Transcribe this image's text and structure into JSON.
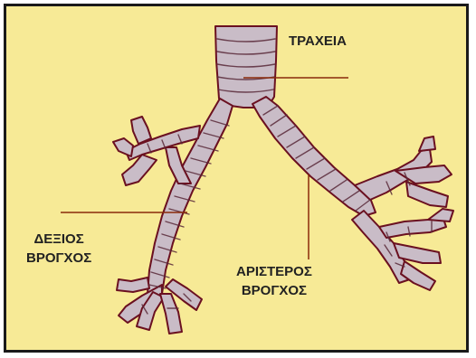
{
  "labels": {
    "trachea": "ΤΡΑΧΕΙΑ",
    "right_bronchus_line1": "ΔΕΞΙΟΣ",
    "right_bronchus_line2": "ΒΡΟΓΧΟΣ",
    "left_bronchus_line1": "ΑΡΙΣΤΕΡΟΣ",
    "left_bronchus_line2": "ΒΡΟΓΧΟΣ"
  },
  "colors": {
    "background": "#f7ea96",
    "frame": "#1a1a1a",
    "airway_fill": "#c9bcc7",
    "airway_outline": "#6a1020",
    "ring_lines": "#5a2a3a",
    "leader_lines": "#8a2a0a"
  }
}
